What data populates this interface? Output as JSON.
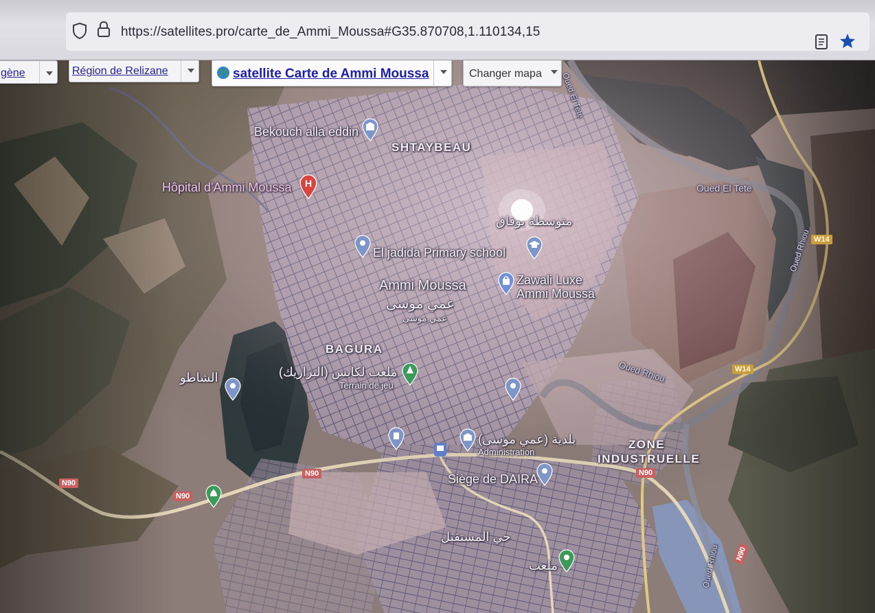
{
  "browser": {
    "url": "https://satellites.pro/carte_de_Ammi_Moussa#G35.870708,1.110134,15",
    "icons": [
      "shield-icon",
      "lock-icon",
      "reader-view-icon",
      "bookmark-star-icon"
    ]
  },
  "toolbar": {
    "algerie_select": "gène",
    "region_select": "Région de Relizane",
    "map_select": "satellite Carte de Ammi Moussa",
    "change_map_select": "Changer mapa"
  },
  "places": {
    "library": "Bekouch alla eddin",
    "hospital": "Hôpital d'Ammi Moussa",
    "primary_school": "El jadida Primary school",
    "middle_school": "متوسطة بوفاق",
    "shop": "Zawali Luxe Ammi Moussa",
    "playground": "ملعب لكابس (البراريك)",
    "playground_sub": "Terrain de jeu",
    "chatou": "الشاطو",
    "municipality": "بلدية (عمي موسى)",
    "municipality_sub": "Administration",
    "daira": "Siège de DAIRA",
    "mostakbal": "حي المستقبل",
    "stadium": "ملعب"
  },
  "areas": {
    "town": "Ammi Moussa",
    "town_ar": "عمي موسى",
    "town_ar_small": "عمي موسى",
    "shtaybeau": "SHTAYBEAU",
    "bagura": "BAGURA",
    "zone1": "ZONE",
    "zone2": "INDUSTRUELLE"
  },
  "rivers": {
    "oued_el_tete": "Oued El Tete",
    "oued_el_tete_top": "Oued El Tete",
    "oued_rhiou": "Oued Rhiou",
    "oued_rhiou_right": "Oued Rhiou",
    "oued_rhiou_bottom": "Oued Rhiou"
  },
  "roads": {
    "n90_a": "N90",
    "n90_b": "N90",
    "n90_c": "N90",
    "n90_d": "N90",
    "n90_e": "N90",
    "w14_a": "W14",
    "w14_b": "W14"
  },
  "colors": {
    "hospital_pin": "#d9453d",
    "default_pin": "#7e95c8",
    "park_pin": "#3e9a5b",
    "road_national": "#c9605f",
    "road_wilaya": "#c99f3e",
    "widget_text": "#23238f"
  }
}
